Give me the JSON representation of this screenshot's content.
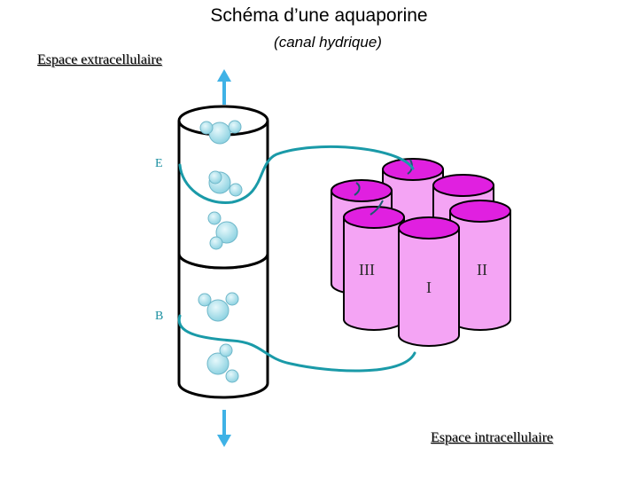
{
  "title": "Schéma d’une aquaporine",
  "subtitle": "(canal hydrique)",
  "labels": {
    "extracellular": "Espace extracellulaire",
    "intracellular": "Espace intracellulaire",
    "segment_top": "E",
    "segment_bottom": "B"
  },
  "helices": [
    {
      "id": "III",
      "label": "III"
    },
    {
      "id": "I",
      "label": "I"
    },
    {
      "id": "II",
      "label": "II"
    }
  ],
  "colors": {
    "channel_wall": "#000000",
    "water_molecule": "#aee4ee",
    "water_arrow": "#3fb2e6",
    "loop": "#1a9aa8",
    "helix_top": "#e020e0",
    "helix_side": "#f4a4f4"
  }
}
